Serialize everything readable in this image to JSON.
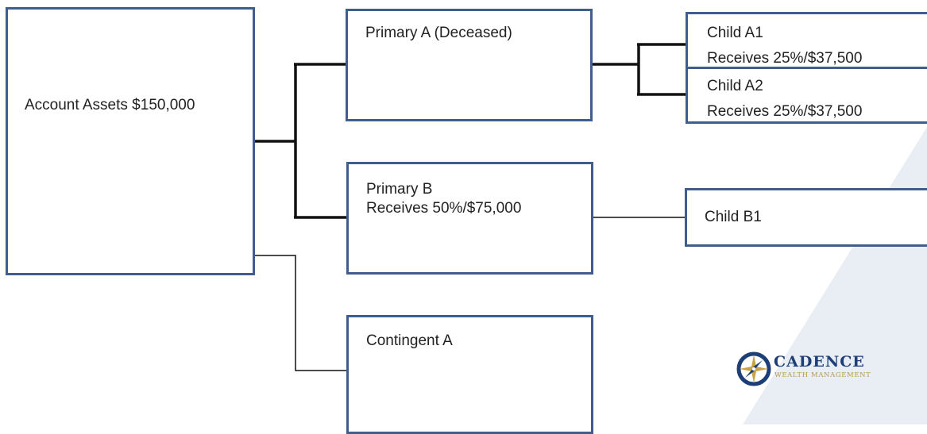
{
  "diagram": {
    "account": {
      "label": "Account Assets $150,000"
    },
    "primary_a": {
      "label": "Primary A (Deceased)"
    },
    "primary_b": {
      "name": "Primary B",
      "share": "Receives 50%/$75,000"
    },
    "contingent_a": {
      "label": "Contingent A"
    },
    "child_a1": {
      "name": "Child A1",
      "share": "Receives 25%/$37,500"
    },
    "child_a2": {
      "name": "Child A2",
      "share": "Receives 25%/$37,500"
    },
    "child_b1": {
      "label": "Child B1"
    }
  },
  "logo": {
    "name": "CADENCE",
    "tagline": "WEALTH MANAGEMENT"
  },
  "colors": {
    "box_border": "#3e5f8c",
    "connector": "#111111",
    "background_accent": "#e9edf4",
    "logo_navy": "#1d3f78",
    "logo_gold": "#c9a446"
  }
}
